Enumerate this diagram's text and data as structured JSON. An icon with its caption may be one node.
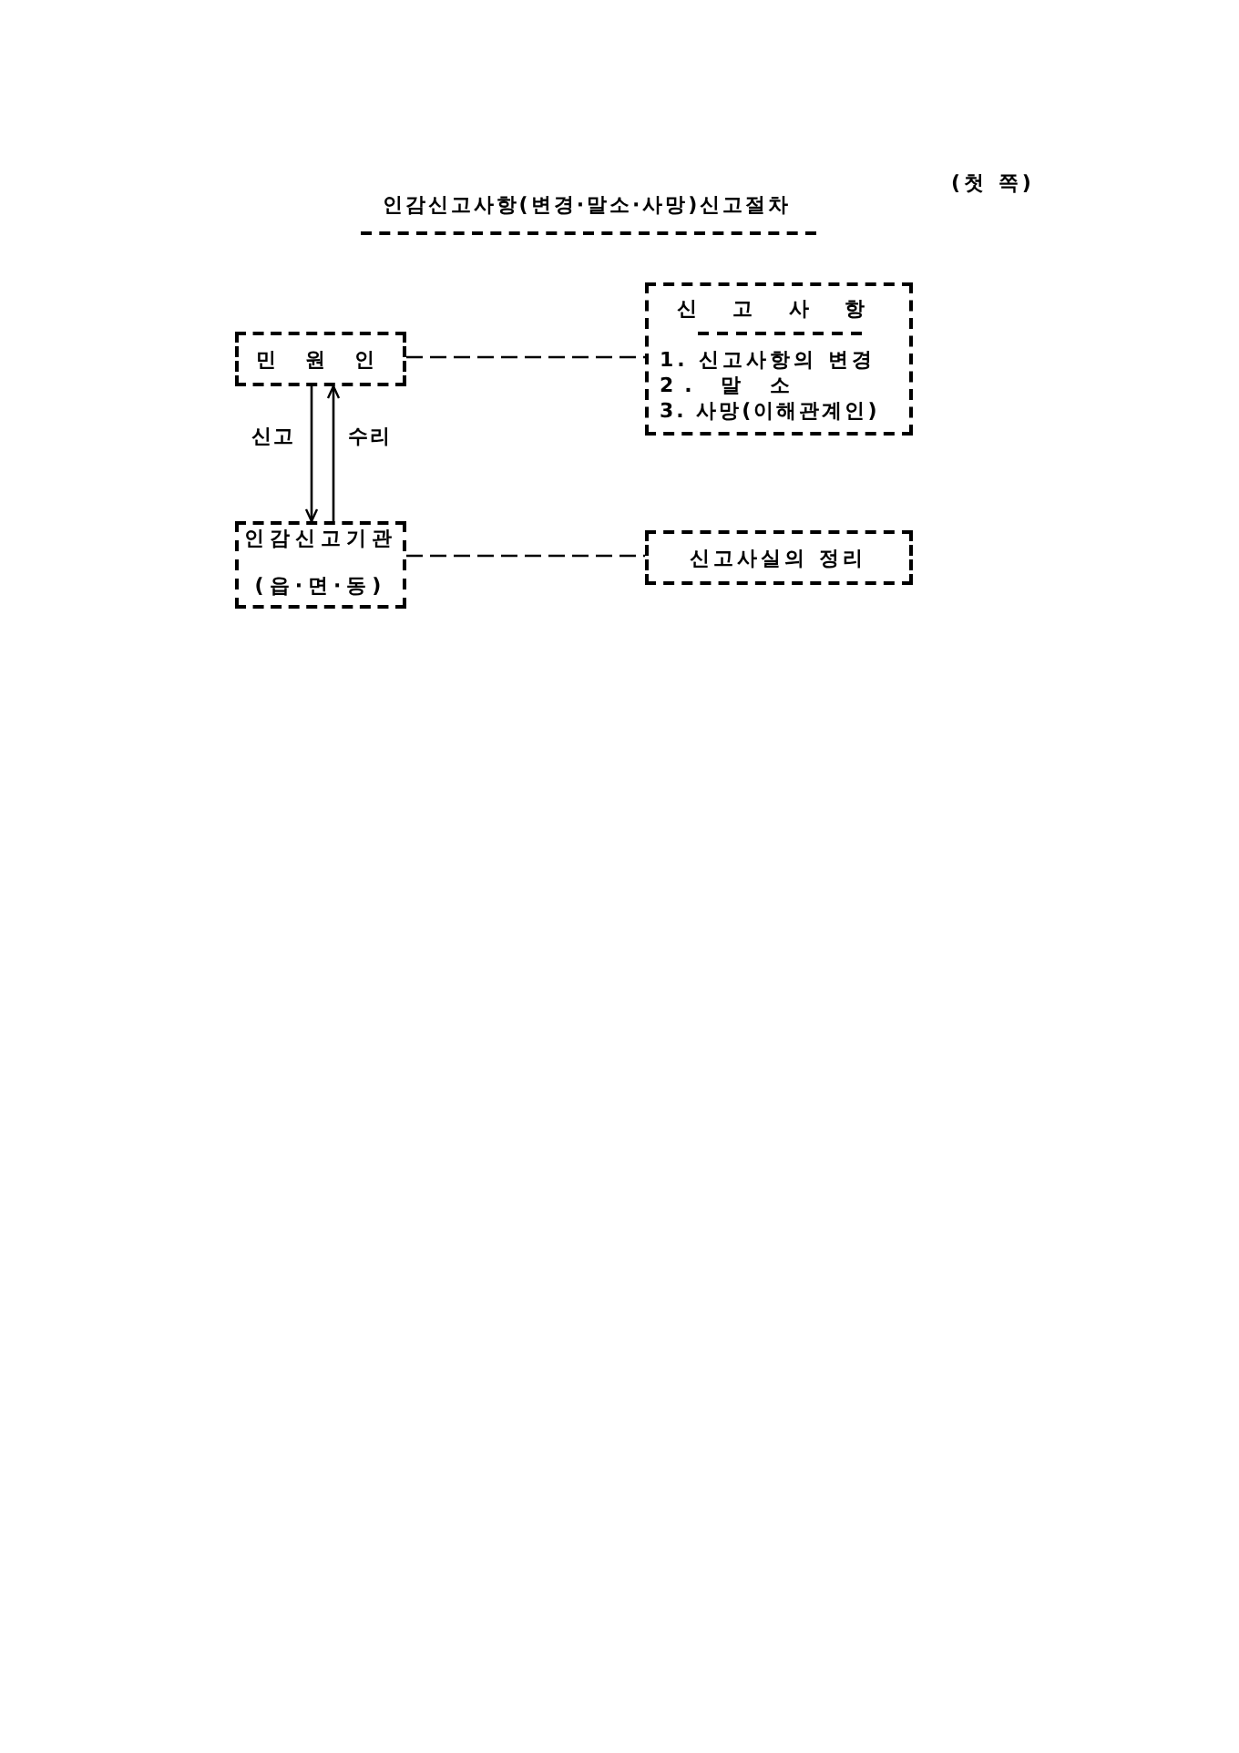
{
  "diagram": {
    "title": "인감신고사항(변경·말소·사망)신고절차",
    "nodes": [
      {
        "text": [
          "민 원 인"
        ]
      },
      {
        "text": [
          "신 고 사 항",
          "1. 신고사항의 변경",
          "2. 말 소",
          "3. 사망(이해관계인)"
        ]
      },
      {
        "text": [
          "인감신고기관",
          "(읍·면·동)"
        ]
      },
      {
        "text": [
          "신고사실의 정리"
        ]
      }
    ],
    "edges": [
      {
        "from": 0,
        "to": 1,
        "arrow": "none",
        "style": "dashed"
      },
      {
        "from": 0,
        "to": 2,
        "arrow": "to",
        "label": "신고"
      },
      {
        "from": 2,
        "to": 0,
        "arrow": "to",
        "label": "수리"
      },
      {
        "from": 2,
        "to": 3,
        "arrow": "none",
        "style": "dashed"
      }
    ],
    "labels": [
      "(첫 쪽)"
    ]
  }
}
